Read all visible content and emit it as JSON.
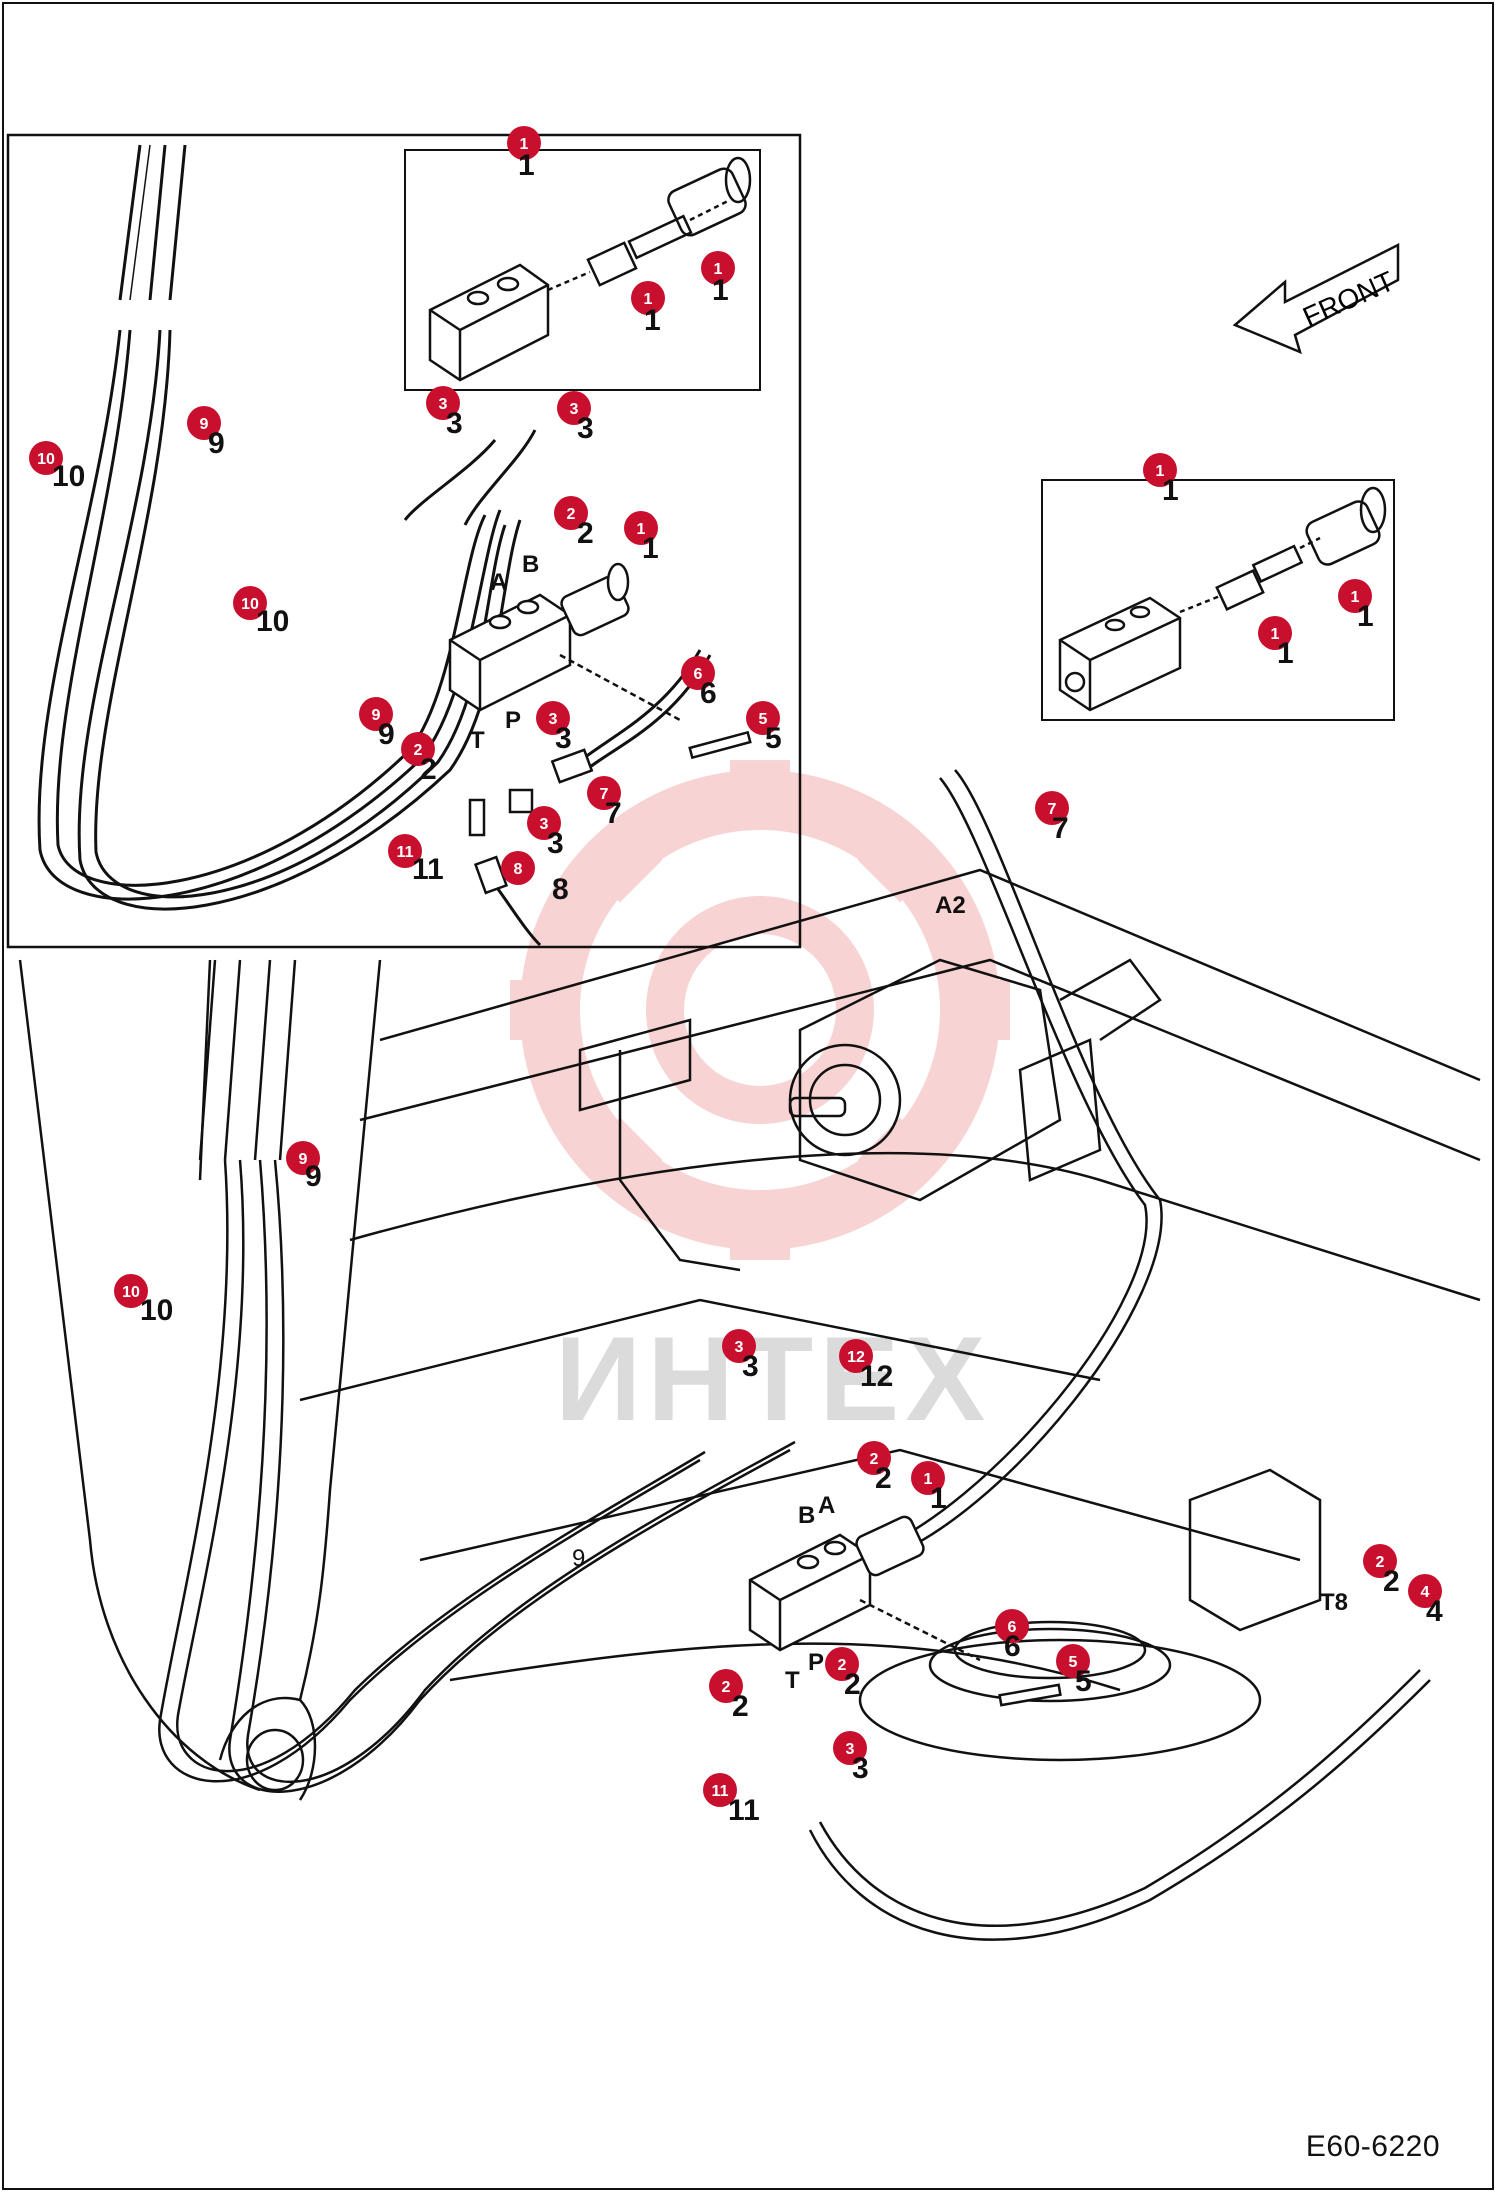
{
  "document": {
    "code": "E60-6220",
    "direction_label": "FRONT",
    "watermark": "ИНТЕХ"
  },
  "port_labels": {
    "a": "A",
    "b": "B",
    "p": "P",
    "t": "T",
    "a2": "A2",
    "t8": "T8"
  },
  "callouts": {
    "inset_main": [
      "1",
      "1",
      "1",
      "3",
      "3",
      "2",
      "1",
      "10",
      "9",
      "10",
      "9",
      "2",
      "3",
      "6",
      "5",
      "3",
      "7",
      "11",
      "8"
    ],
    "inset_right": [
      "1",
      "1",
      "1"
    ],
    "assembly": [
      "7",
      "9",
      "10",
      "3",
      "12",
      "2",
      "1",
      "2",
      "4",
      "6",
      "5",
      "2",
      "2",
      "3",
      "11",
      "9"
    ]
  },
  "colors": {
    "callout_fill": "#c8102e",
    "line": "#111111"
  }
}
